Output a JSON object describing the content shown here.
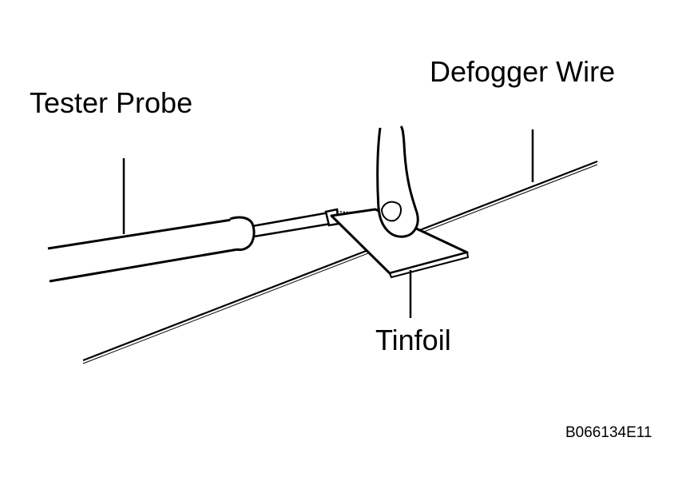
{
  "labels": {
    "tester_probe": "Tester Probe",
    "defogger_wire": "Defogger Wire",
    "tinfoil": "Tinfoil",
    "figure_code": "B066134E11"
  },
  "colors": {
    "line": "#000000",
    "background": "#ffffff",
    "fill": "#ffffff"
  },
  "icons": {
    "finger": "finger-pressing-icon",
    "probe": "tester-probe-icon",
    "foil": "tinfoil-sheet-icon"
  }
}
